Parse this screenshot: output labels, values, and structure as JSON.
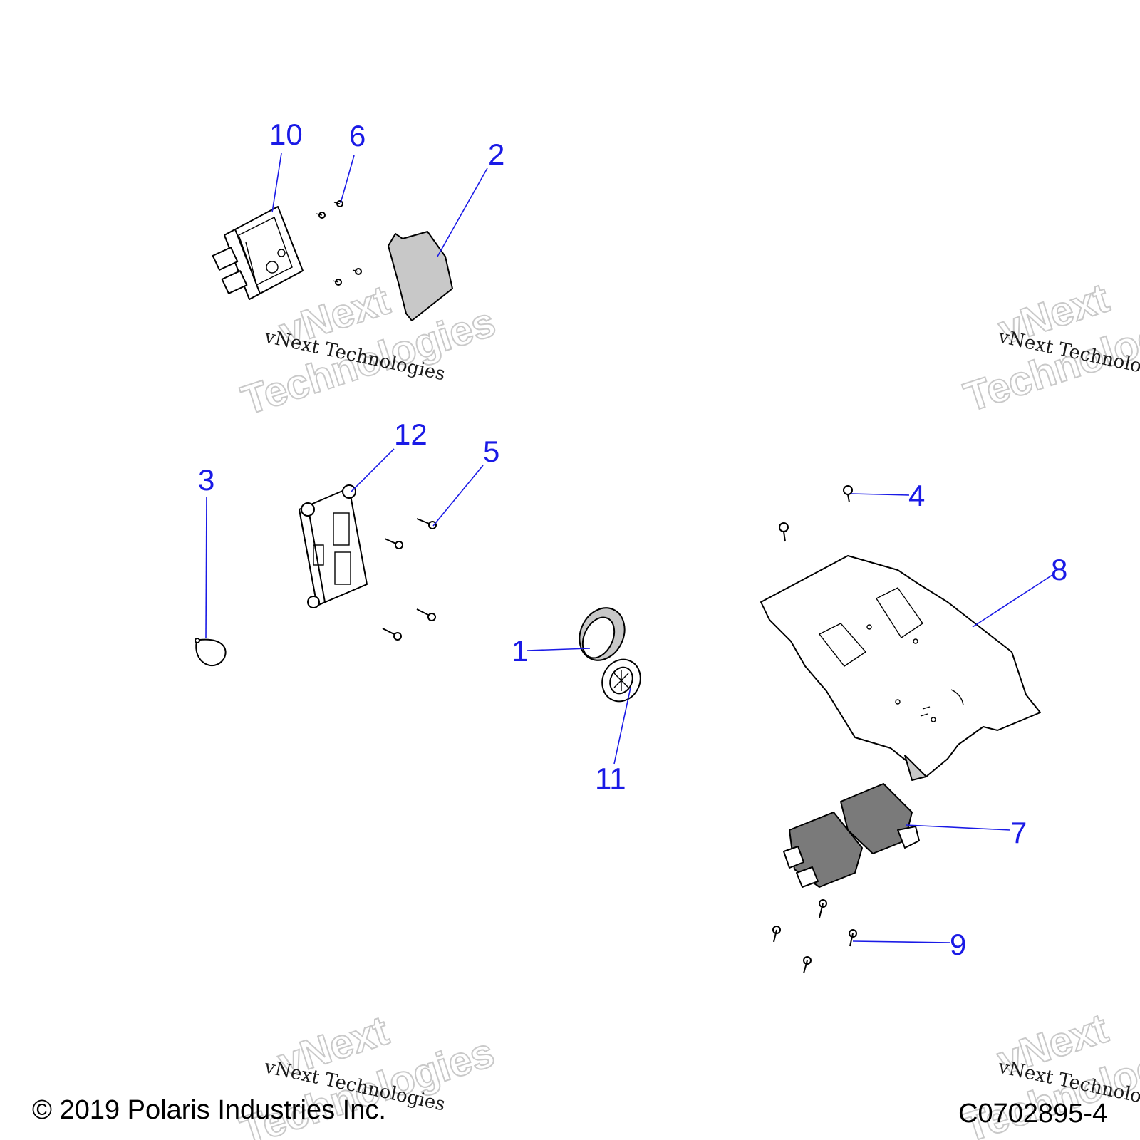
{
  "callouts": [
    {
      "label": "1"
    },
    {
      "label": "2"
    },
    {
      "label": "3"
    },
    {
      "label": "4"
    },
    {
      "label": "5"
    },
    {
      "label": "6"
    },
    {
      "label": "7"
    },
    {
      "label": "8"
    },
    {
      "label": "9"
    },
    {
      "label": "10"
    },
    {
      "label": "11"
    },
    {
      "label": "12"
    }
  ],
  "watermark": {
    "big_line1": "vNext",
    "big_line2": "Technologies",
    "small": "vNext Technologies"
  },
  "footer": {
    "copyright": "© 2019 Polaris Industries Inc.",
    "code": "C0702895-4"
  },
  "colors": {
    "callout": "#1a1ae6",
    "watermark": "#c9c9c9",
    "part_grey": "#c8c8c8",
    "part_dark": "#7a7a7a"
  }
}
